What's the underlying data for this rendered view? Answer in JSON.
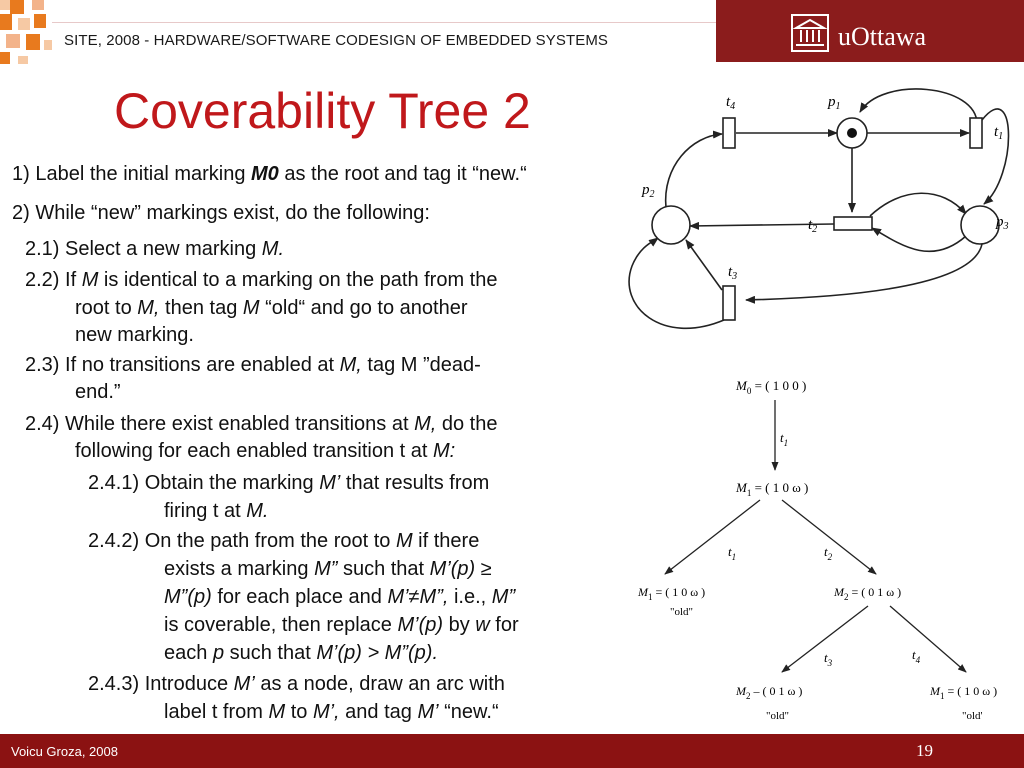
{
  "header": {
    "course_title": "SITE, 2008 - HARDWARE/SOFTWARE CODESIGN OF EMBEDDED SYSTEMS",
    "logo_text": "uOttawa",
    "logo_icon": "building-columns-icon",
    "accent_color": "#8b1c1c",
    "square_color": "#e87a1e"
  },
  "slide": {
    "title": "Coverability Tree 2",
    "title_color": "#c0181b"
  },
  "body": {
    "l1_a": "1) Label the initial marking ",
    "l1_b": "M0",
    "l1_c": " as the root and tag it “new.“",
    "l2": "2) While “new” markings exist, do the following:",
    "l3_a": "2.1) Select a new marking ",
    "l3_b": "M.",
    "l4_a": "2.2) If ",
    "l4_b": "M",
    "l4_c": " is identical to a marking on the path from the",
    "l5_a": "root to ",
    "l5_b": "M,",
    "l5_c": " then tag ",
    "l5_d": "M",
    "l5_e": " “old“ and go to another",
    "l6": "new marking.",
    "l7_a": "2.3) If no transitions are enabled at ",
    "l7_b": "M,",
    "l7_c": " tag M ”dead-",
    "l8": "end.”",
    "l9_a": "2.4) While there exist enabled transitions at ",
    "l9_b": "M,",
    "l9_c": " do the",
    "l10_a": "following for each enabled transition t at ",
    "l10_b": "M:",
    "l11_a": "2.4.1) Obtain the marking ",
    "l11_b": "M’",
    "l11_c": " that results from",
    "l12_a": "firing t at ",
    "l12_b": "M.",
    "l13_a": "2.4.2) On the path from the root to ",
    "l13_b": "M",
    "l13_c": " if there",
    "l14_a": "exists a marking ",
    "l14_b": "M”",
    "l14_c": " such that ",
    "l14_d": "M’(p)",
    "l14_e": " ≥",
    "l15_a": "M”(p)",
    "l15_b": " for each place and ",
    "l15_c": "M’≠M”,",
    "l15_d": " i.e., ",
    "l15_e": "M”",
    "l16_a": "is coverable, then replace ",
    "l16_b": "M’(p)",
    "l16_c": " by ",
    "l16_d": "w",
    "l16_e": " for",
    "l17_a": "each ",
    "l17_b": "p",
    "l17_c": " such that ",
    "l17_d": "M’(p) > M”(p).",
    "l18_a": "2.4.3) Introduce ",
    "l18_b": "M’",
    "l18_c": " as a node, draw an arc with",
    "l19_a": "label t from ",
    "l19_b": "M",
    "l19_c": " to ",
    "l19_d": "M’,",
    "l19_e": " and tag ",
    "l19_f": "M’",
    "l19_g": " “new.“"
  },
  "petri_net": {
    "t4": "t",
    "t4_sub": "4",
    "p1": "p",
    "p1_sub": "1",
    "t1": "t",
    "t1_sub": "1",
    "p2": "p",
    "p2_sub": "2",
    "t2": "t",
    "t2_sub": "2",
    "p3": "p",
    "p3_sub": "3",
    "t3": "t",
    "t3_sub": "3"
  },
  "tree": {
    "m0": "M",
    "m0_sub": "0",
    "m0_val": " = ( 1 0 0 )",
    "e_t1": "t",
    "e_t1_sub": "1",
    "m1": "M",
    "m1_sub": "1",
    "m1_val": " = ( 1 0 ω )",
    "e_t1b": "t",
    "e_t1b_sub": "1",
    "e_t2": "t",
    "e_t2_sub": "2",
    "m1_old": "M",
    "m1_old_sub": "1",
    "m1_old_val": " = ( 1 0 ω )",
    "m1_old_tag": "\"old\"",
    "m2": "M",
    "m2_sub": "2",
    "m2_val": " = ( 0 1 ω )",
    "e_t3": "t",
    "e_t3_sub": "3",
    "e_t4": "t",
    "e_t4_sub": "4",
    "m2_old": "M",
    "m2_old_sub": "2",
    "m2_old_val": " – ( 0 1 ω )",
    "m2_old_tag": "\"old\"",
    "m1_old2": "M",
    "m1_old2_sub": "1",
    "m1_old2_val": " = ( 1 0 ω )",
    "m1_old2_tag": "\"old'"
  },
  "footer": {
    "author": "Voicu Groza, 2008",
    "page": "19",
    "color": "#8b1212"
  }
}
